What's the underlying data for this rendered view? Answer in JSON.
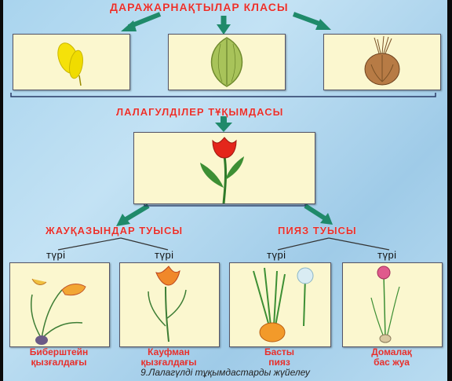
{
  "class_title": "ДАРАЖАРНАҚТЫЛАР КЛАСЫ",
  "family_title": "ЛАЛАГУЛДІЛЕР ТҰҚЫМДАСЫ",
  "genera": [
    {
      "title": "ЖАУҚАЗЫНДАР ТУЫСЫ"
    },
    {
      "title": "ПИЯЗ ТУЫСЫ"
    }
  ],
  "species_word": "түрі",
  "species": [
    {
      "line1": "Биберштейн",
      "line2": "қызғалдағы"
    },
    {
      "line1": "Кауфман",
      "line2": "қызғалдағы"
    },
    {
      "line1": "Басты",
      "line2": "пияз"
    },
    {
      "line1": "Домалақ",
      "line2": "бас жуа"
    }
  ],
  "caption": "9.Лалагүлді тұқымдастарды жүйелеу",
  "colors": {
    "heading_red": "#e8302c",
    "arrow_green": "#1f8a6a",
    "box_fill": "#fbf7cf",
    "background": "#b3d8ef"
  }
}
